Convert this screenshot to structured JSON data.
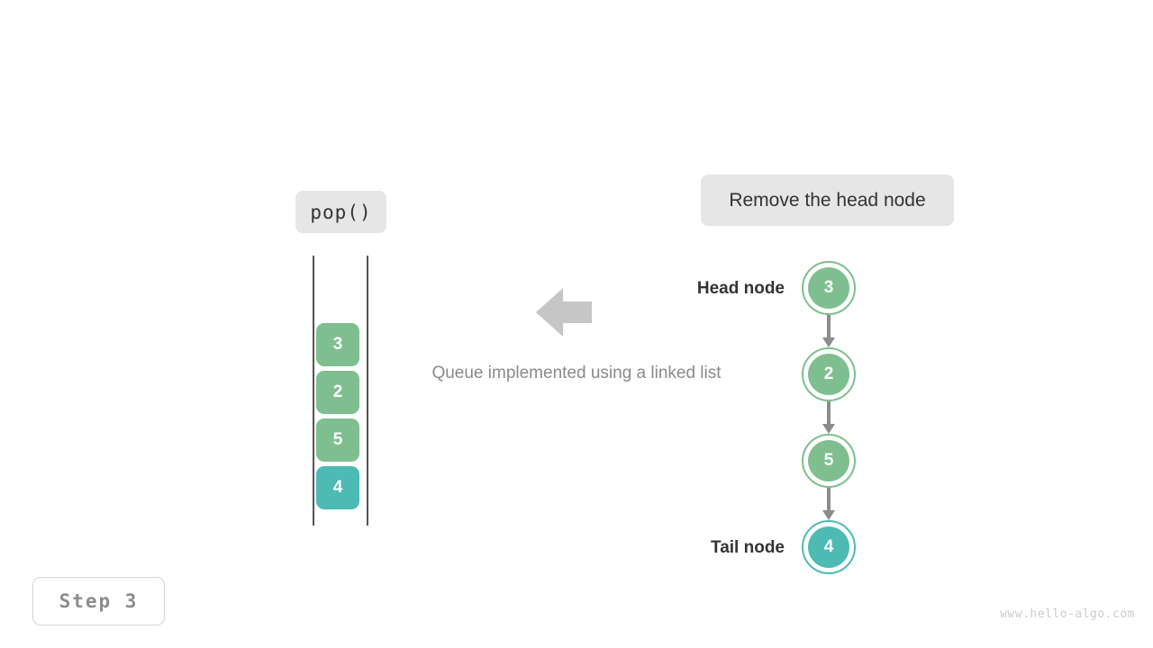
{
  "operation": {
    "label": "pop()"
  },
  "action": {
    "label": "Remove the head node"
  },
  "caption": {
    "text": "Queue implemented using a linked list"
  },
  "step": {
    "label": "Step 3"
  },
  "watermark": {
    "text": "www.hello-algo.com"
  },
  "colors": {
    "green": "#7fbf8f",
    "teal": "#4dbbb4",
    "arrow_gray": "#8c8c8c",
    "rail_gray": "#545454",
    "pill_bg": "#e6e6e6",
    "text_dark": "#333333",
    "text_muted": "#8a8a8a"
  },
  "queue": {
    "cells": [
      {
        "value": "3",
        "color": "#7fbf8f"
      },
      {
        "value": "2",
        "color": "#7fbf8f"
      },
      {
        "value": "5",
        "color": "#7fbf8f"
      },
      {
        "value": "4",
        "color": "#4dbbb4"
      }
    ]
  },
  "linked_list": {
    "head_label": "Head node",
    "tail_label": "Tail node",
    "nodes": [
      {
        "value": "3",
        "color": "#7fbf8f"
      },
      {
        "value": "2",
        "color": "#7fbf8f"
      },
      {
        "value": "5",
        "color": "#7fbf8f"
      },
      {
        "value": "4",
        "color": "#4dbbb4"
      }
    ]
  }
}
